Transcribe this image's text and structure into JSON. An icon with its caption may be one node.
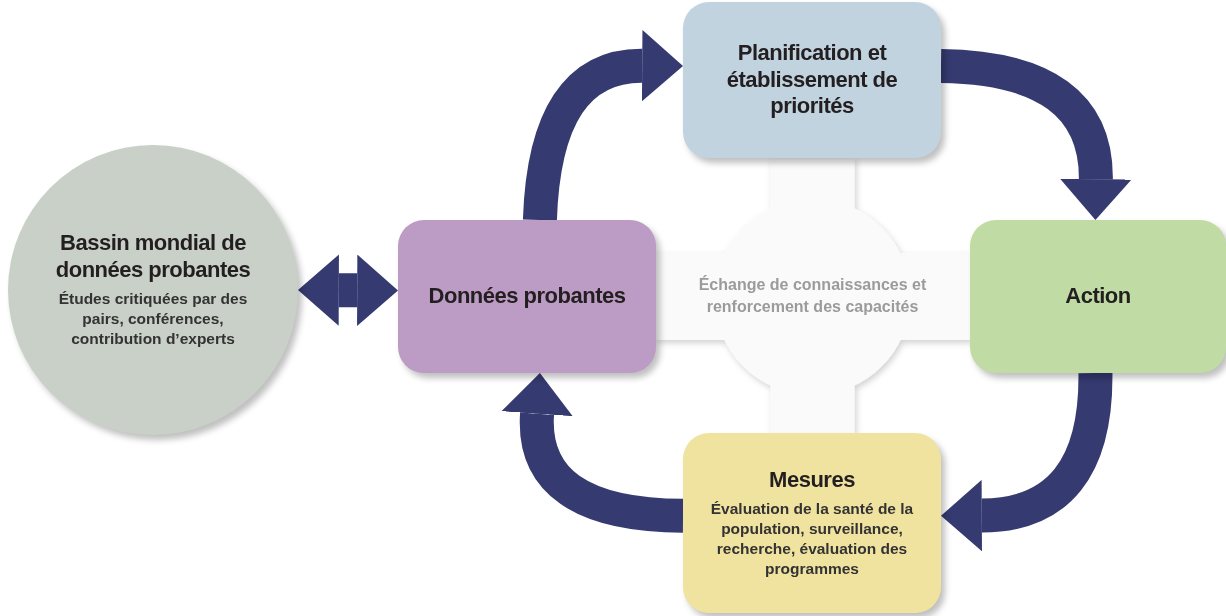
{
  "diagram": {
    "nodes": [
      {
        "text": [
          "Bassin mondial de données probantes",
          "Études critiquées par des pairs, conférences, contribution d’experts"
        ]
      },
      {
        "text": [
          "Données probantes"
        ]
      },
      {
        "text": [
          "Planification et établissement de priorités"
        ]
      },
      {
        "text": [
          "Action"
        ]
      },
      {
        "text": [
          "Mesures",
          "Évaluation de la santé de la population, surveillance, recherche, évaluation des programmes"
        ]
      },
      {
        "text": [
          "Échange de connaissances et renforcement des capacités"
        ]
      }
    ],
    "edges": [
      {
        "from": 0,
        "to": 1,
        "arrow": "both"
      },
      {
        "from": 1,
        "to": 2,
        "arrow": "to"
      },
      {
        "from": 2,
        "to": 3,
        "arrow": "to"
      },
      {
        "from": 3,
        "to": 4,
        "arrow": "to"
      },
      {
        "from": 4,
        "to": 1,
        "arrow": "to"
      }
    ]
  }
}
